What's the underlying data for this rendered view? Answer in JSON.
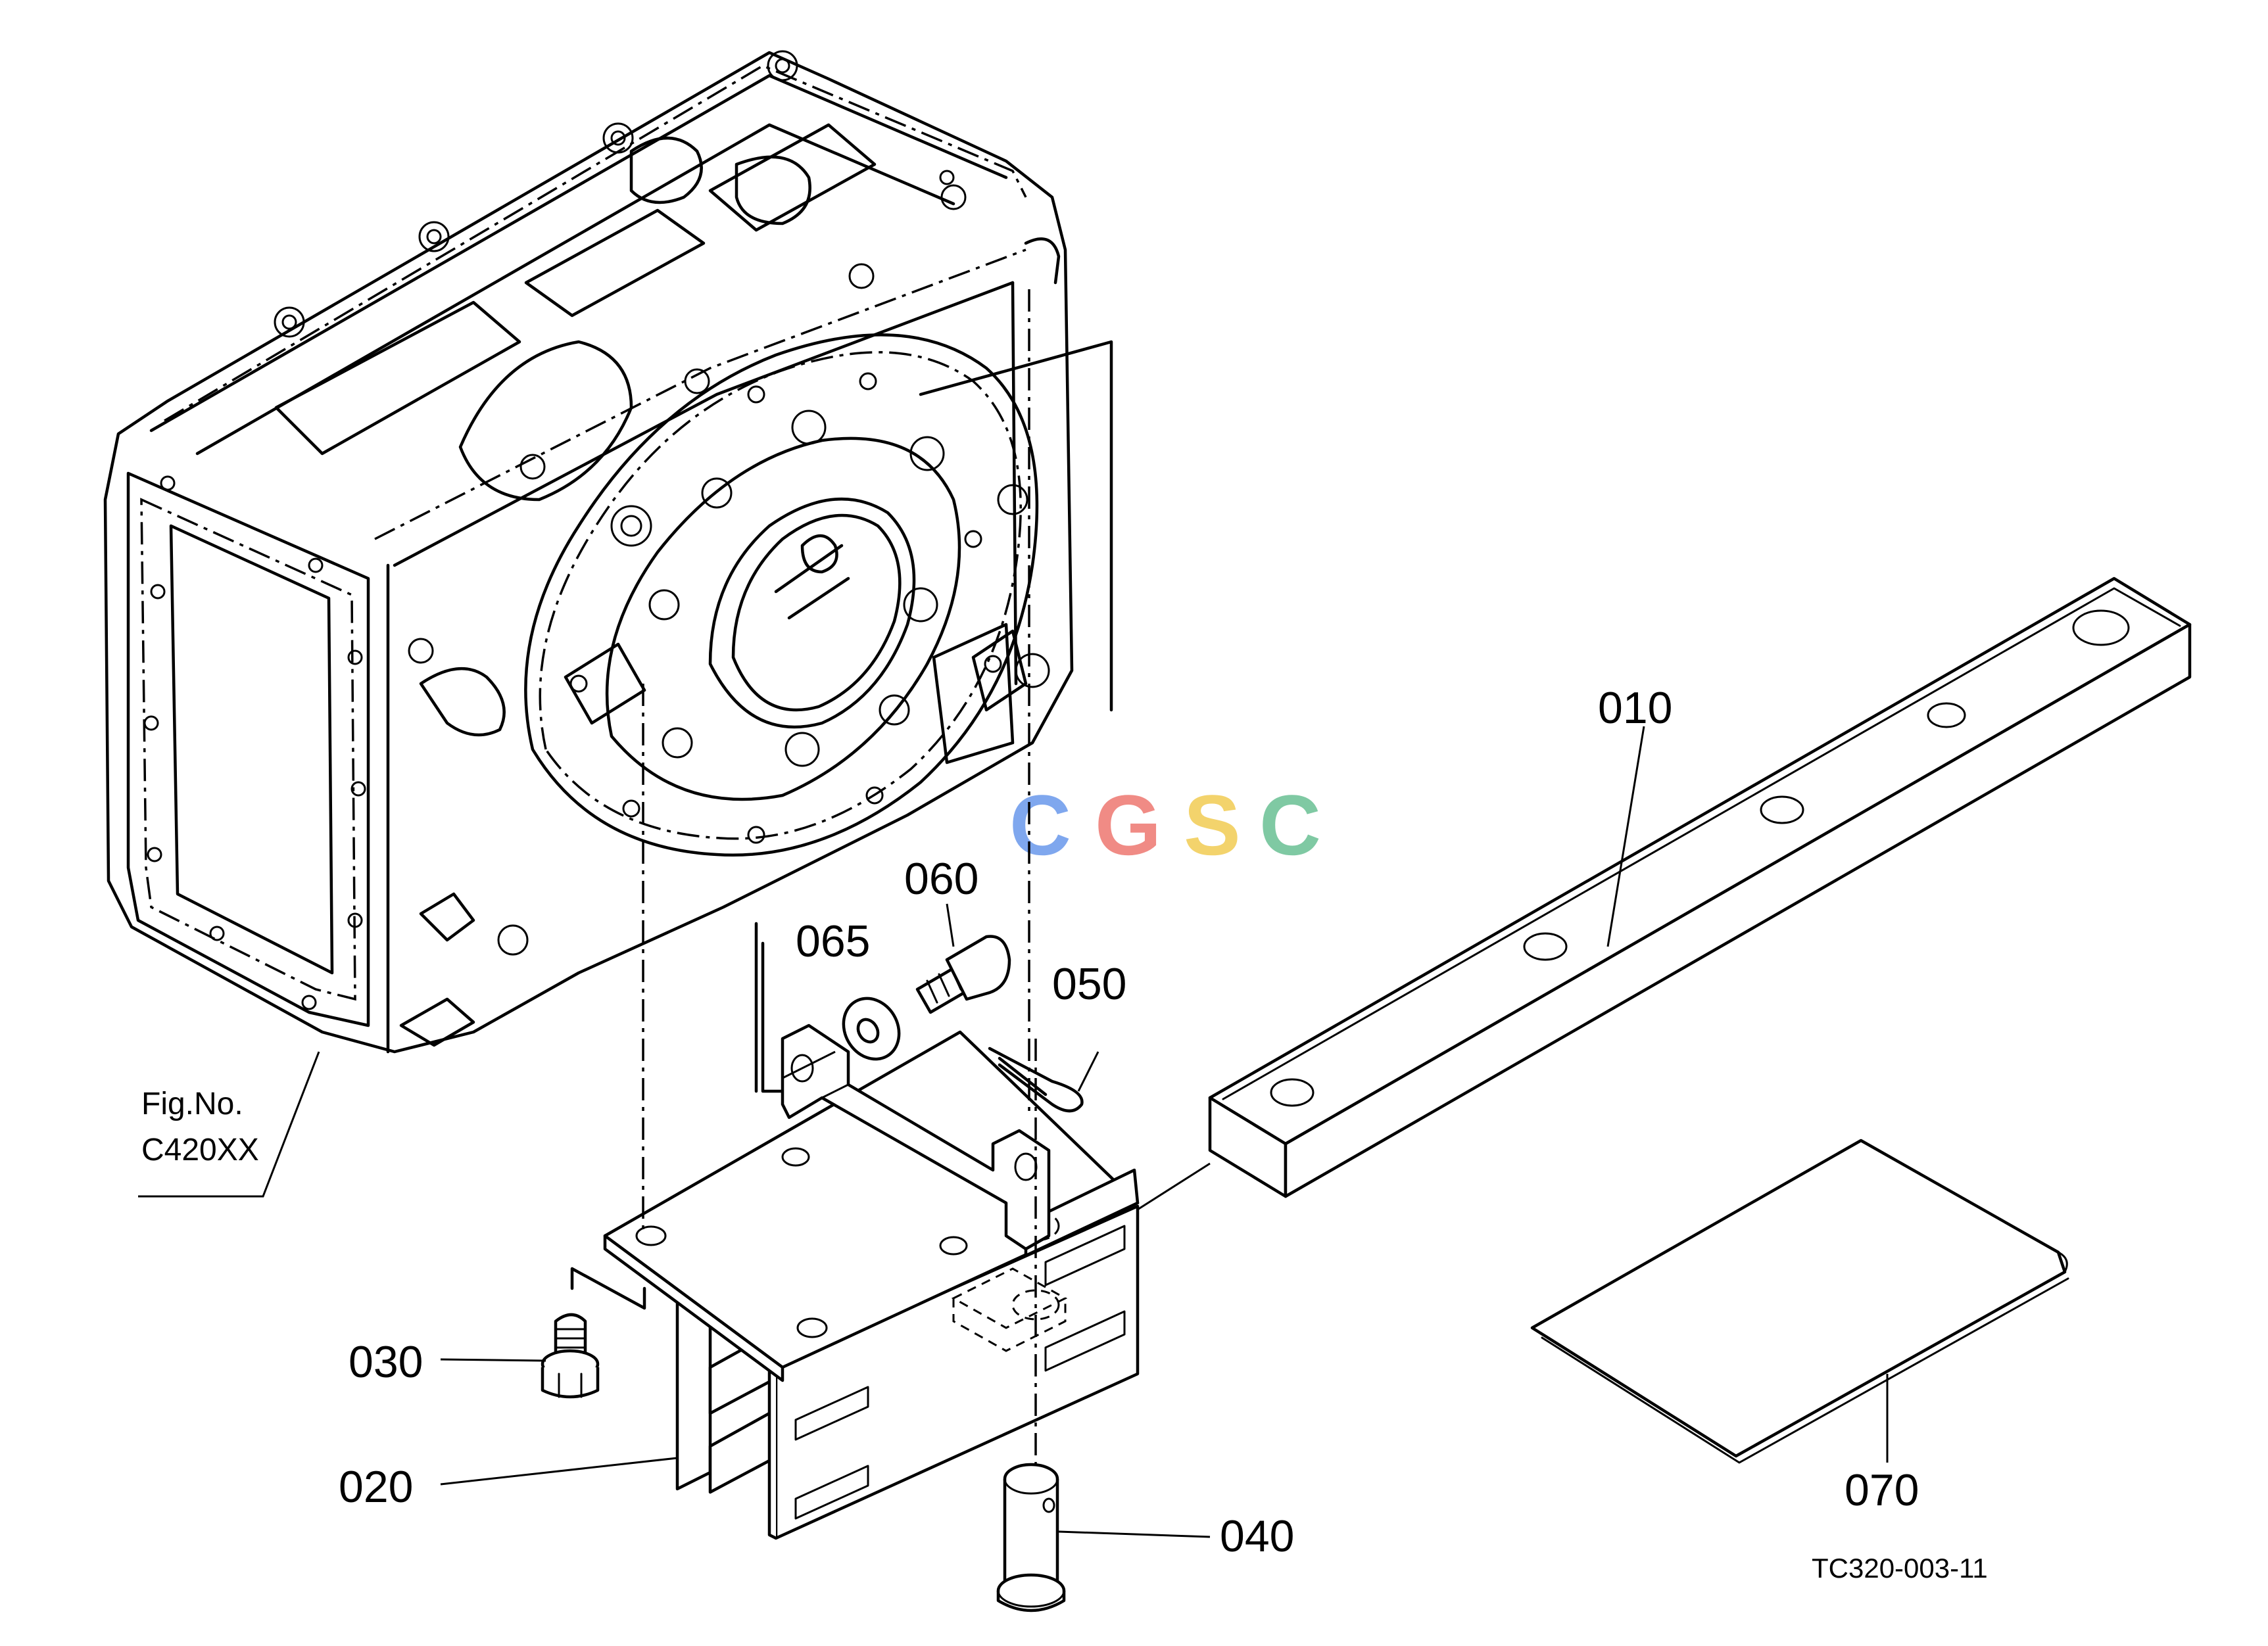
{
  "diagram": {
    "fig_reference": {
      "line1": "Fig.No.",
      "line2": "C420XX"
    },
    "figure_code": "TC320-003-11",
    "watermark": {
      "text": "CGSC",
      "letters": [
        "C",
        "G",
        "S",
        "C"
      ],
      "colors": [
        "#7fa7ee",
        "#f08b85",
        "#f3d36c",
        "#7fc9a3"
      ]
    },
    "parts": [
      {
        "number": "010",
        "item": "drawbar"
      },
      {
        "number": "020",
        "item": "drawbar-bracket"
      },
      {
        "number": "030",
        "item": "bolt"
      },
      {
        "number": "040",
        "item": "pin"
      },
      {
        "number": "050",
        "item": "snap-pin"
      },
      {
        "number": "060",
        "item": "screw"
      },
      {
        "number": "065",
        "item": "washer"
      },
      {
        "number": "070",
        "item": "sheet"
      }
    ]
  }
}
